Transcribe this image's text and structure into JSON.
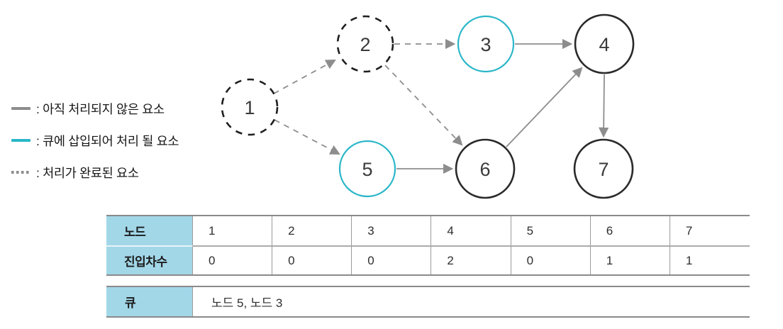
{
  "colors": {
    "queued_accent": "#2ab6c8",
    "edge_gray": "#8d8d8d",
    "node_stroke_dark": "#2a2a2a",
    "table_header_bg": "#a2d7e8"
  },
  "legend": {
    "items": [
      {
        "name": "unprocessed",
        "swatch": "solid-gray-line",
        "label": ": 아직 처리되지 않은 요소"
      },
      {
        "name": "queued",
        "swatch": "solid-cyan-line",
        "label": ": 큐에 삽입되어 처리 될 요소"
      },
      {
        "name": "completed",
        "swatch": "dotted-gray-line",
        "label": ": 처리가 완료된 요소"
      }
    ]
  },
  "graph": {
    "nodes": [
      {
        "label": "1",
        "state": "completed"
      },
      {
        "label": "2",
        "state": "completed"
      },
      {
        "label": "3",
        "state": "queued"
      },
      {
        "label": "4",
        "state": "unprocessed"
      },
      {
        "label": "5",
        "state": "queued"
      },
      {
        "label": "6",
        "state": "unprocessed"
      },
      {
        "label": "7",
        "state": "unprocessed"
      }
    ],
    "edges": [
      {
        "from": "1",
        "to": "2",
        "style": "dashed"
      },
      {
        "from": "1",
        "to": "5",
        "style": "dashed"
      },
      {
        "from": "2",
        "to": "3",
        "style": "dashed"
      },
      {
        "from": "2",
        "to": "6",
        "style": "dashed"
      },
      {
        "from": "3",
        "to": "4",
        "style": "solid"
      },
      {
        "from": "5",
        "to": "6",
        "style": "solid"
      },
      {
        "from": "6",
        "to": "4",
        "style": "solid"
      },
      {
        "from": "4",
        "to": "7",
        "style": "solid"
      }
    ]
  },
  "indegree_table": {
    "rows": [
      {
        "header": "노드",
        "cells": [
          "1",
          "2",
          "3",
          "4",
          "5",
          "6",
          "7"
        ]
      },
      {
        "header": "진입차수",
        "cells": [
          "0",
          "0",
          "0",
          "2",
          "0",
          "1",
          "1"
        ]
      }
    ]
  },
  "queue_table": {
    "header": "큐",
    "value": "노드 5, 노드 3"
  }
}
